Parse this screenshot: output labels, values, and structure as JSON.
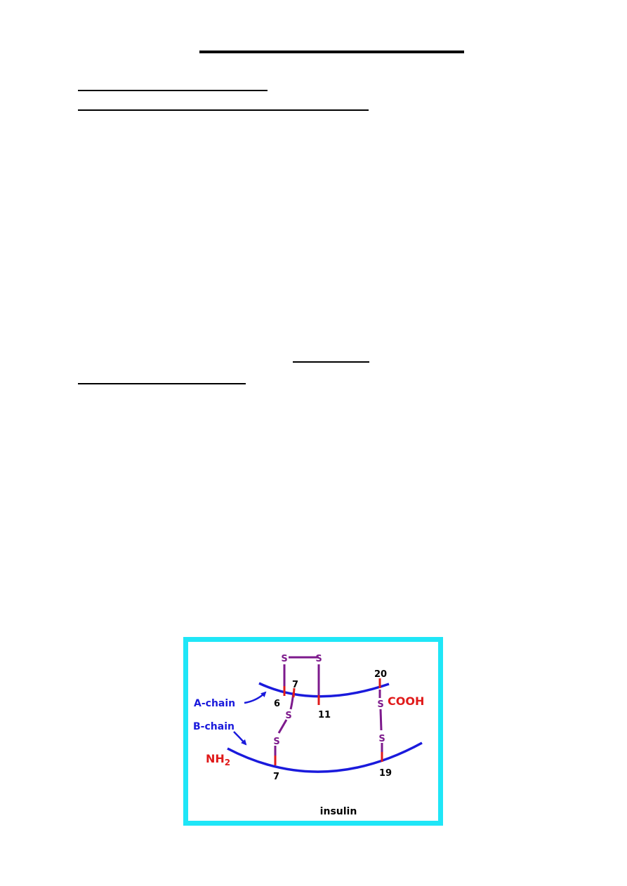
{
  "figure": {
    "labels": {
      "s_top_left": "S",
      "s_top_right": "S",
      "s_mid_left": "S",
      "s_low_left": "S",
      "s_mid_right": "S",
      "s_low_right": "S",
      "a_chain": "A-chain",
      "b_chain": "B-chain",
      "nh2_base": "NH",
      "nh2_sub": "2",
      "cooh": "COOH",
      "num_6": "6",
      "num_7_a": "7",
      "num_11": "11",
      "num_20": "20",
      "num_7_b": "7",
      "num_19": "19",
      "caption": "insulin"
    },
    "colors": {
      "frame": "#1fe6f7",
      "chain": "#1a1adc",
      "disulfide": "#7d1a8c",
      "residue_tick": "#e01a1a",
      "terminus": "#e01a1a",
      "number": "#000000"
    }
  }
}
